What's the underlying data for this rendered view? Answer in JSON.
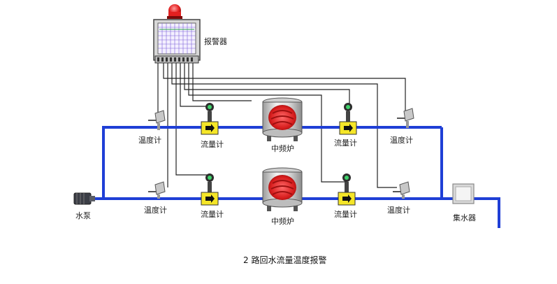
{
  "caption": "2 路回水流量温度报警",
  "labels": {
    "alarm": "报警器",
    "pump": "水泵",
    "collector": "集水器",
    "temp_meter": "温度计",
    "flow_meter": "流量计",
    "furnace": "中频炉"
  },
  "colors": {
    "pipe": "#1f3fd6",
    "signal_wire": "#222222",
    "flow_meter_body": "#f5e628",
    "furnace_core": "#d71d1d",
    "alarm_light": "#e32020"
  },
  "icons": {
    "alarm_panel": "alarm-panel-icon",
    "alarm_light": "siren-light-icon",
    "pump": "water-pump-icon",
    "collector": "water-collector-icon",
    "temp_meter": "thermometer-icon",
    "flow_meter": "flow-meter-icon",
    "furnace": "induction-furnace-icon"
  }
}
